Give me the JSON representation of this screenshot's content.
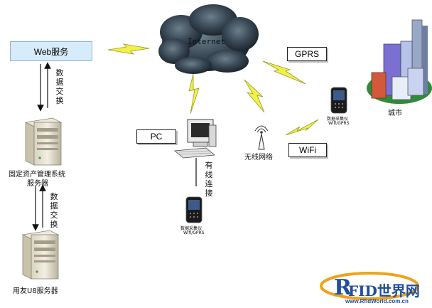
{
  "nodes": {
    "web_service": "Web服务",
    "internet": "Internet",
    "gprs": "GPRS",
    "city": "城市",
    "pc": "PC",
    "wireless_network": "无线网络",
    "wifi": "WiFi",
    "fixed_asset_server": "固定资产管理系统\n服务器",
    "fixed_asset_server_line1": "固定资产管理系统",
    "fixed_asset_server_line2": "服务器",
    "yonyou_server": "用友U8服务器",
    "collector_center_line1": "数据采集仪",
    "collector_center_line2": "Wifi/GPRS",
    "collector_right_line1": "数据采集仪",
    "collector_right_line2": "Wifi/GPRS"
  },
  "edges": {
    "data_exchange_1": "数据交换",
    "data_exchange_2": "数据交换",
    "wired_connection": "有线连接"
  },
  "logo": {
    "brand": "RFID世界网",
    "url": "www.RfidWorld.com.cn"
  },
  "colors": {
    "web_box_fill": "#d7ecfa",
    "cloud": "#3b4a57",
    "lightning": "#f2f04a",
    "logo_blue": "#1f4e9b",
    "logo_gold": "#f0a21a"
  }
}
